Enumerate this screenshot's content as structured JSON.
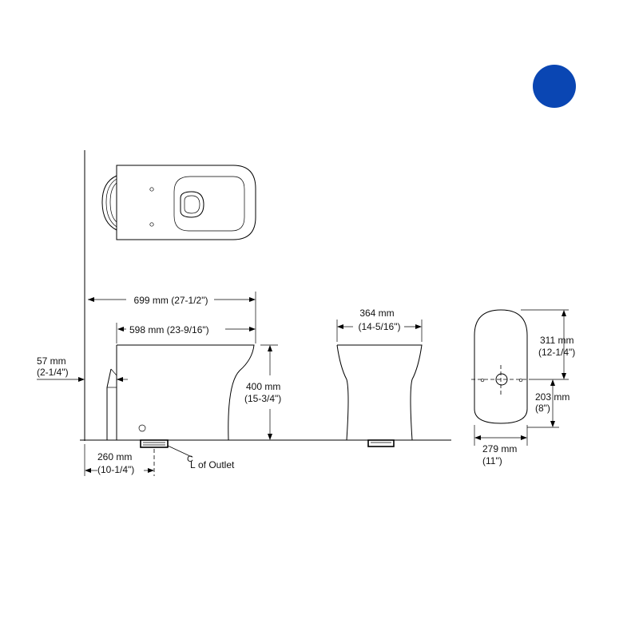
{
  "colors": {
    "badge": "#0a46b3",
    "line": "#000000",
    "background": "#ffffff"
  },
  "badge": {
    "icon": "blue-circle-badge"
  },
  "dimensions": {
    "overall_length": "699 mm (27-1/2\")",
    "body_length": "598 mm (23-9/16\")",
    "wall_gap_mm": "57 mm",
    "wall_gap_in": "(2-1/4\")",
    "height_mm": "400 mm",
    "height_in": "(15-3/4\")",
    "outlet_mm": "260 mm",
    "outlet_in": "(10-1/4\")",
    "outlet_label": "of Outlet",
    "front_width_mm": "364 mm",
    "front_width_in": "(14-5/16\")",
    "seat_depth_mm": "311 mm",
    "seat_depth_in": "(12-1/4\")",
    "hole_offset_mm": "203 mm",
    "hole_offset_in": "(8\")",
    "seat_width_mm": "279 mm",
    "seat_width_in": "(11\")"
  }
}
